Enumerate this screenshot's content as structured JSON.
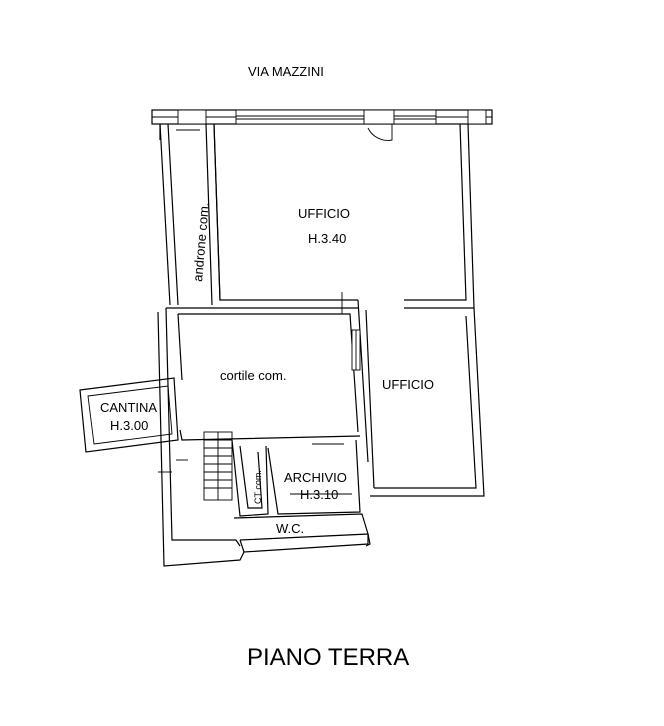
{
  "street": "VIA MAZZINI",
  "floor_title": "PIANO TERRA",
  "rooms": {
    "ufficio_main": {
      "name": "UFFICIO",
      "height": "H.3.40"
    },
    "ufficio_right": {
      "name": "UFFICIO"
    },
    "cortile": {
      "name": "cortile com."
    },
    "cantina": {
      "name": "CANTINA",
      "height": "H.3.00"
    },
    "archivio": {
      "name": "ARCHIVIO",
      "height": "H.3.10"
    },
    "androne": {
      "name": "androne com."
    },
    "ct": {
      "name": "CT com."
    },
    "wc": {
      "name": "W.C."
    }
  }
}
